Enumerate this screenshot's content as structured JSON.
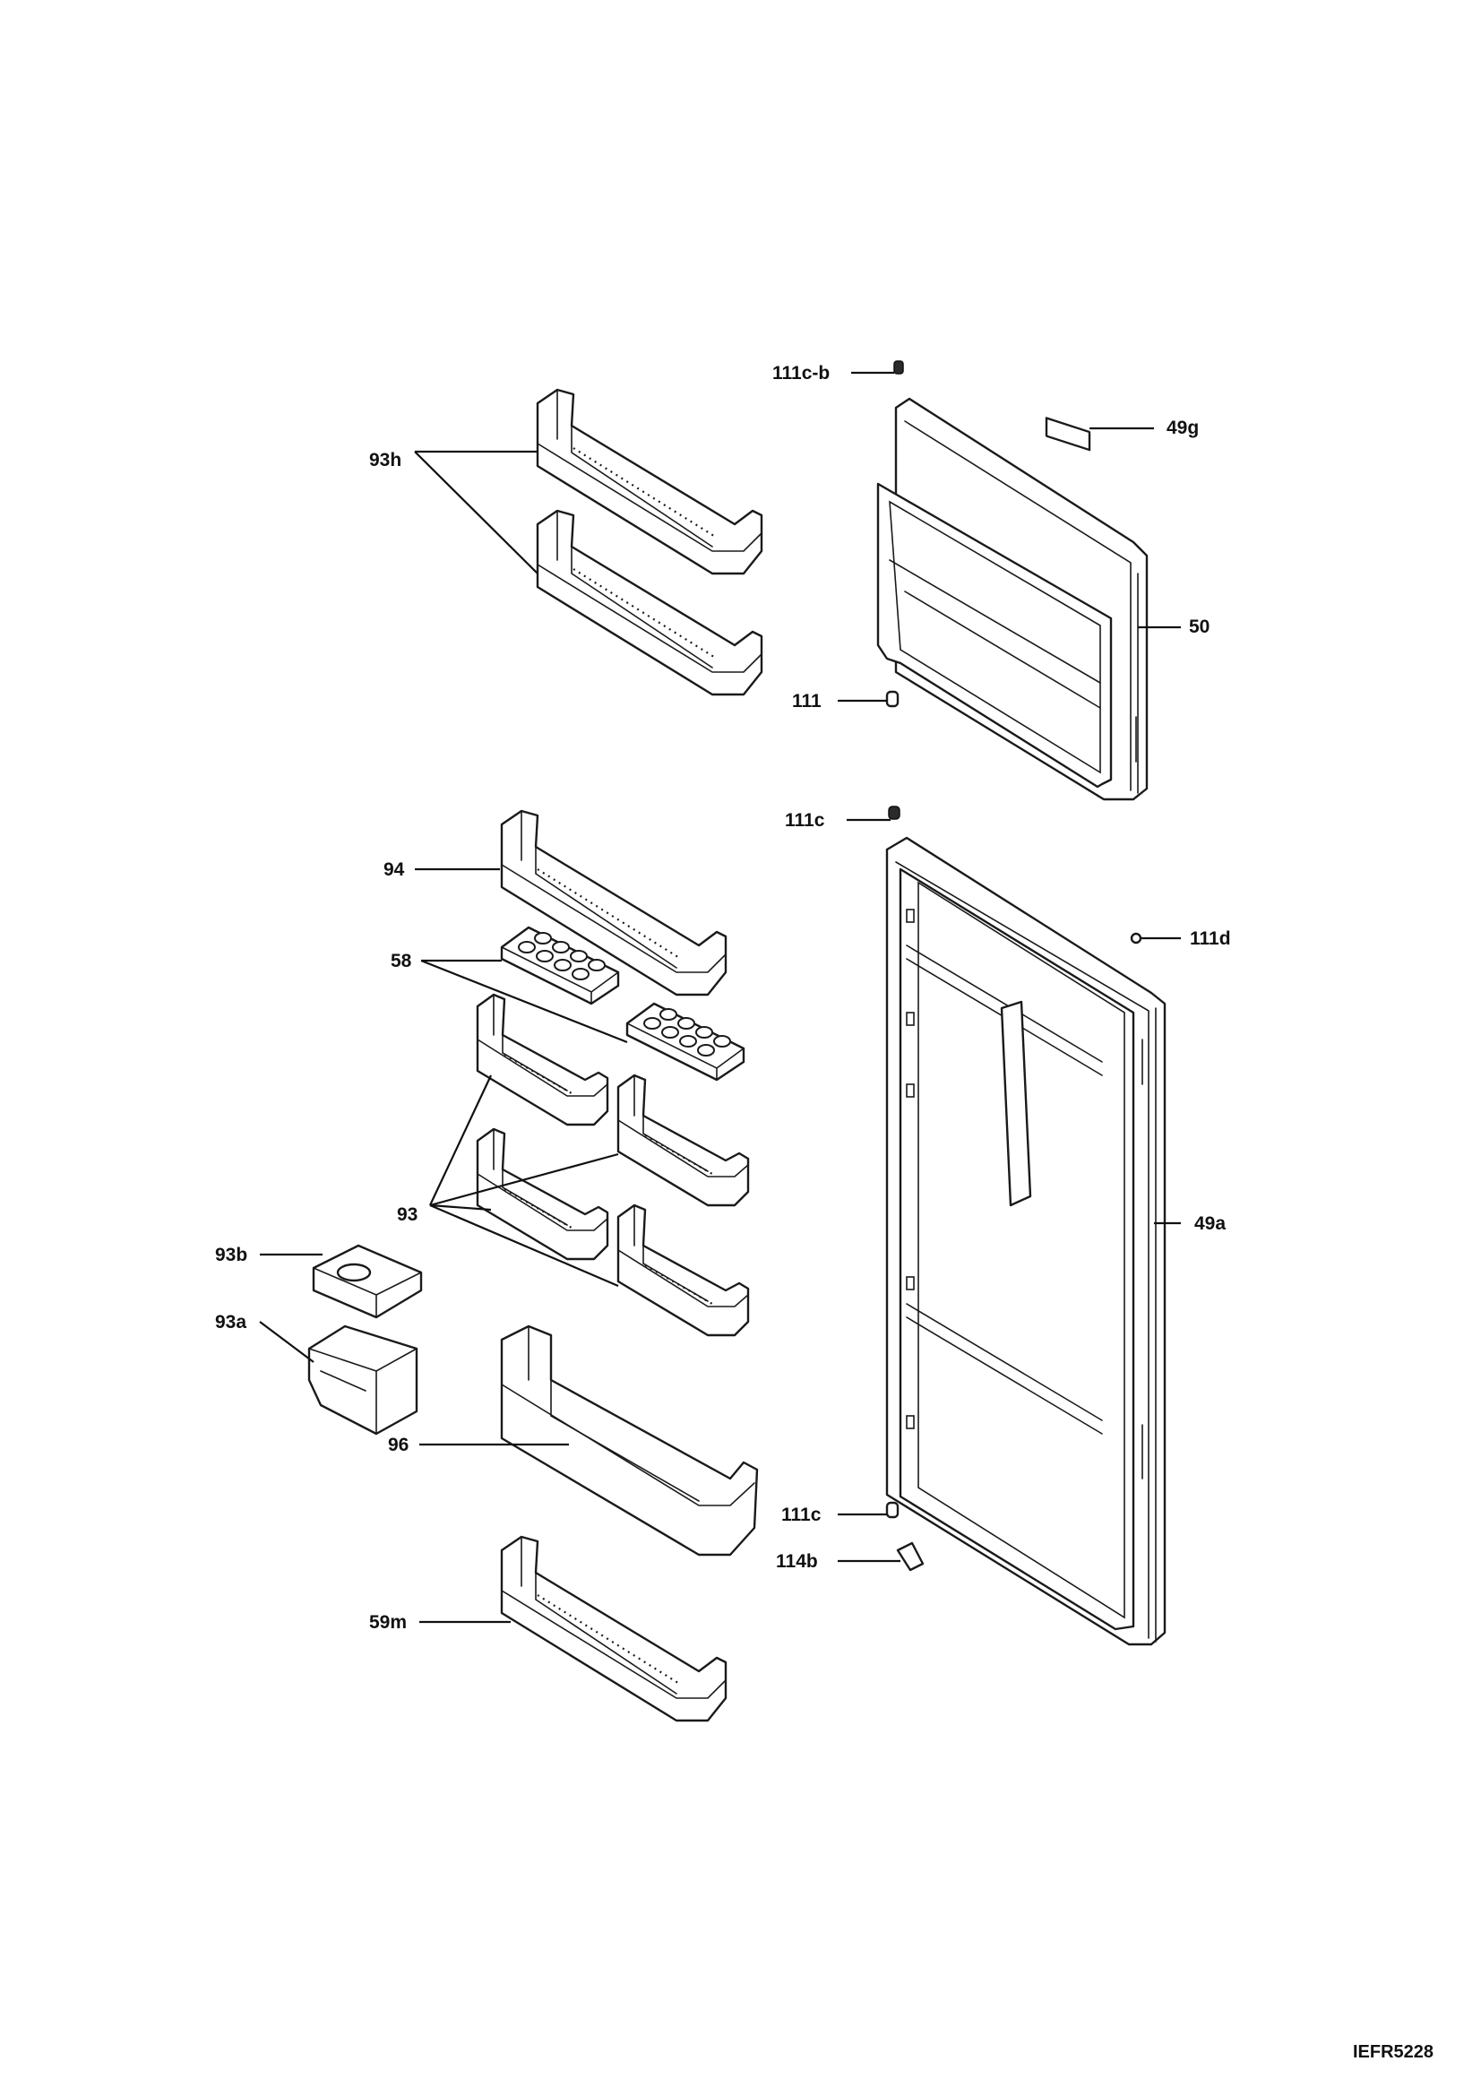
{
  "diagram": {
    "drawing_code": "IEFR5228",
    "labels": {
      "l_111cb": "111c-b",
      "l_49g": "49g",
      "l_93h": "93h",
      "l_50": "50",
      "l_111": "111",
      "l_111c_top": "111c",
      "l_94": "94",
      "l_111d": "111d",
      "l_58": "58",
      "l_93": "93",
      "l_49a": "49a",
      "l_93b": "93b",
      "l_93a": "93a",
      "l_96": "96",
      "l_111c_bottom": "111c",
      "l_114b": "114b",
      "l_59m": "59m"
    }
  }
}
